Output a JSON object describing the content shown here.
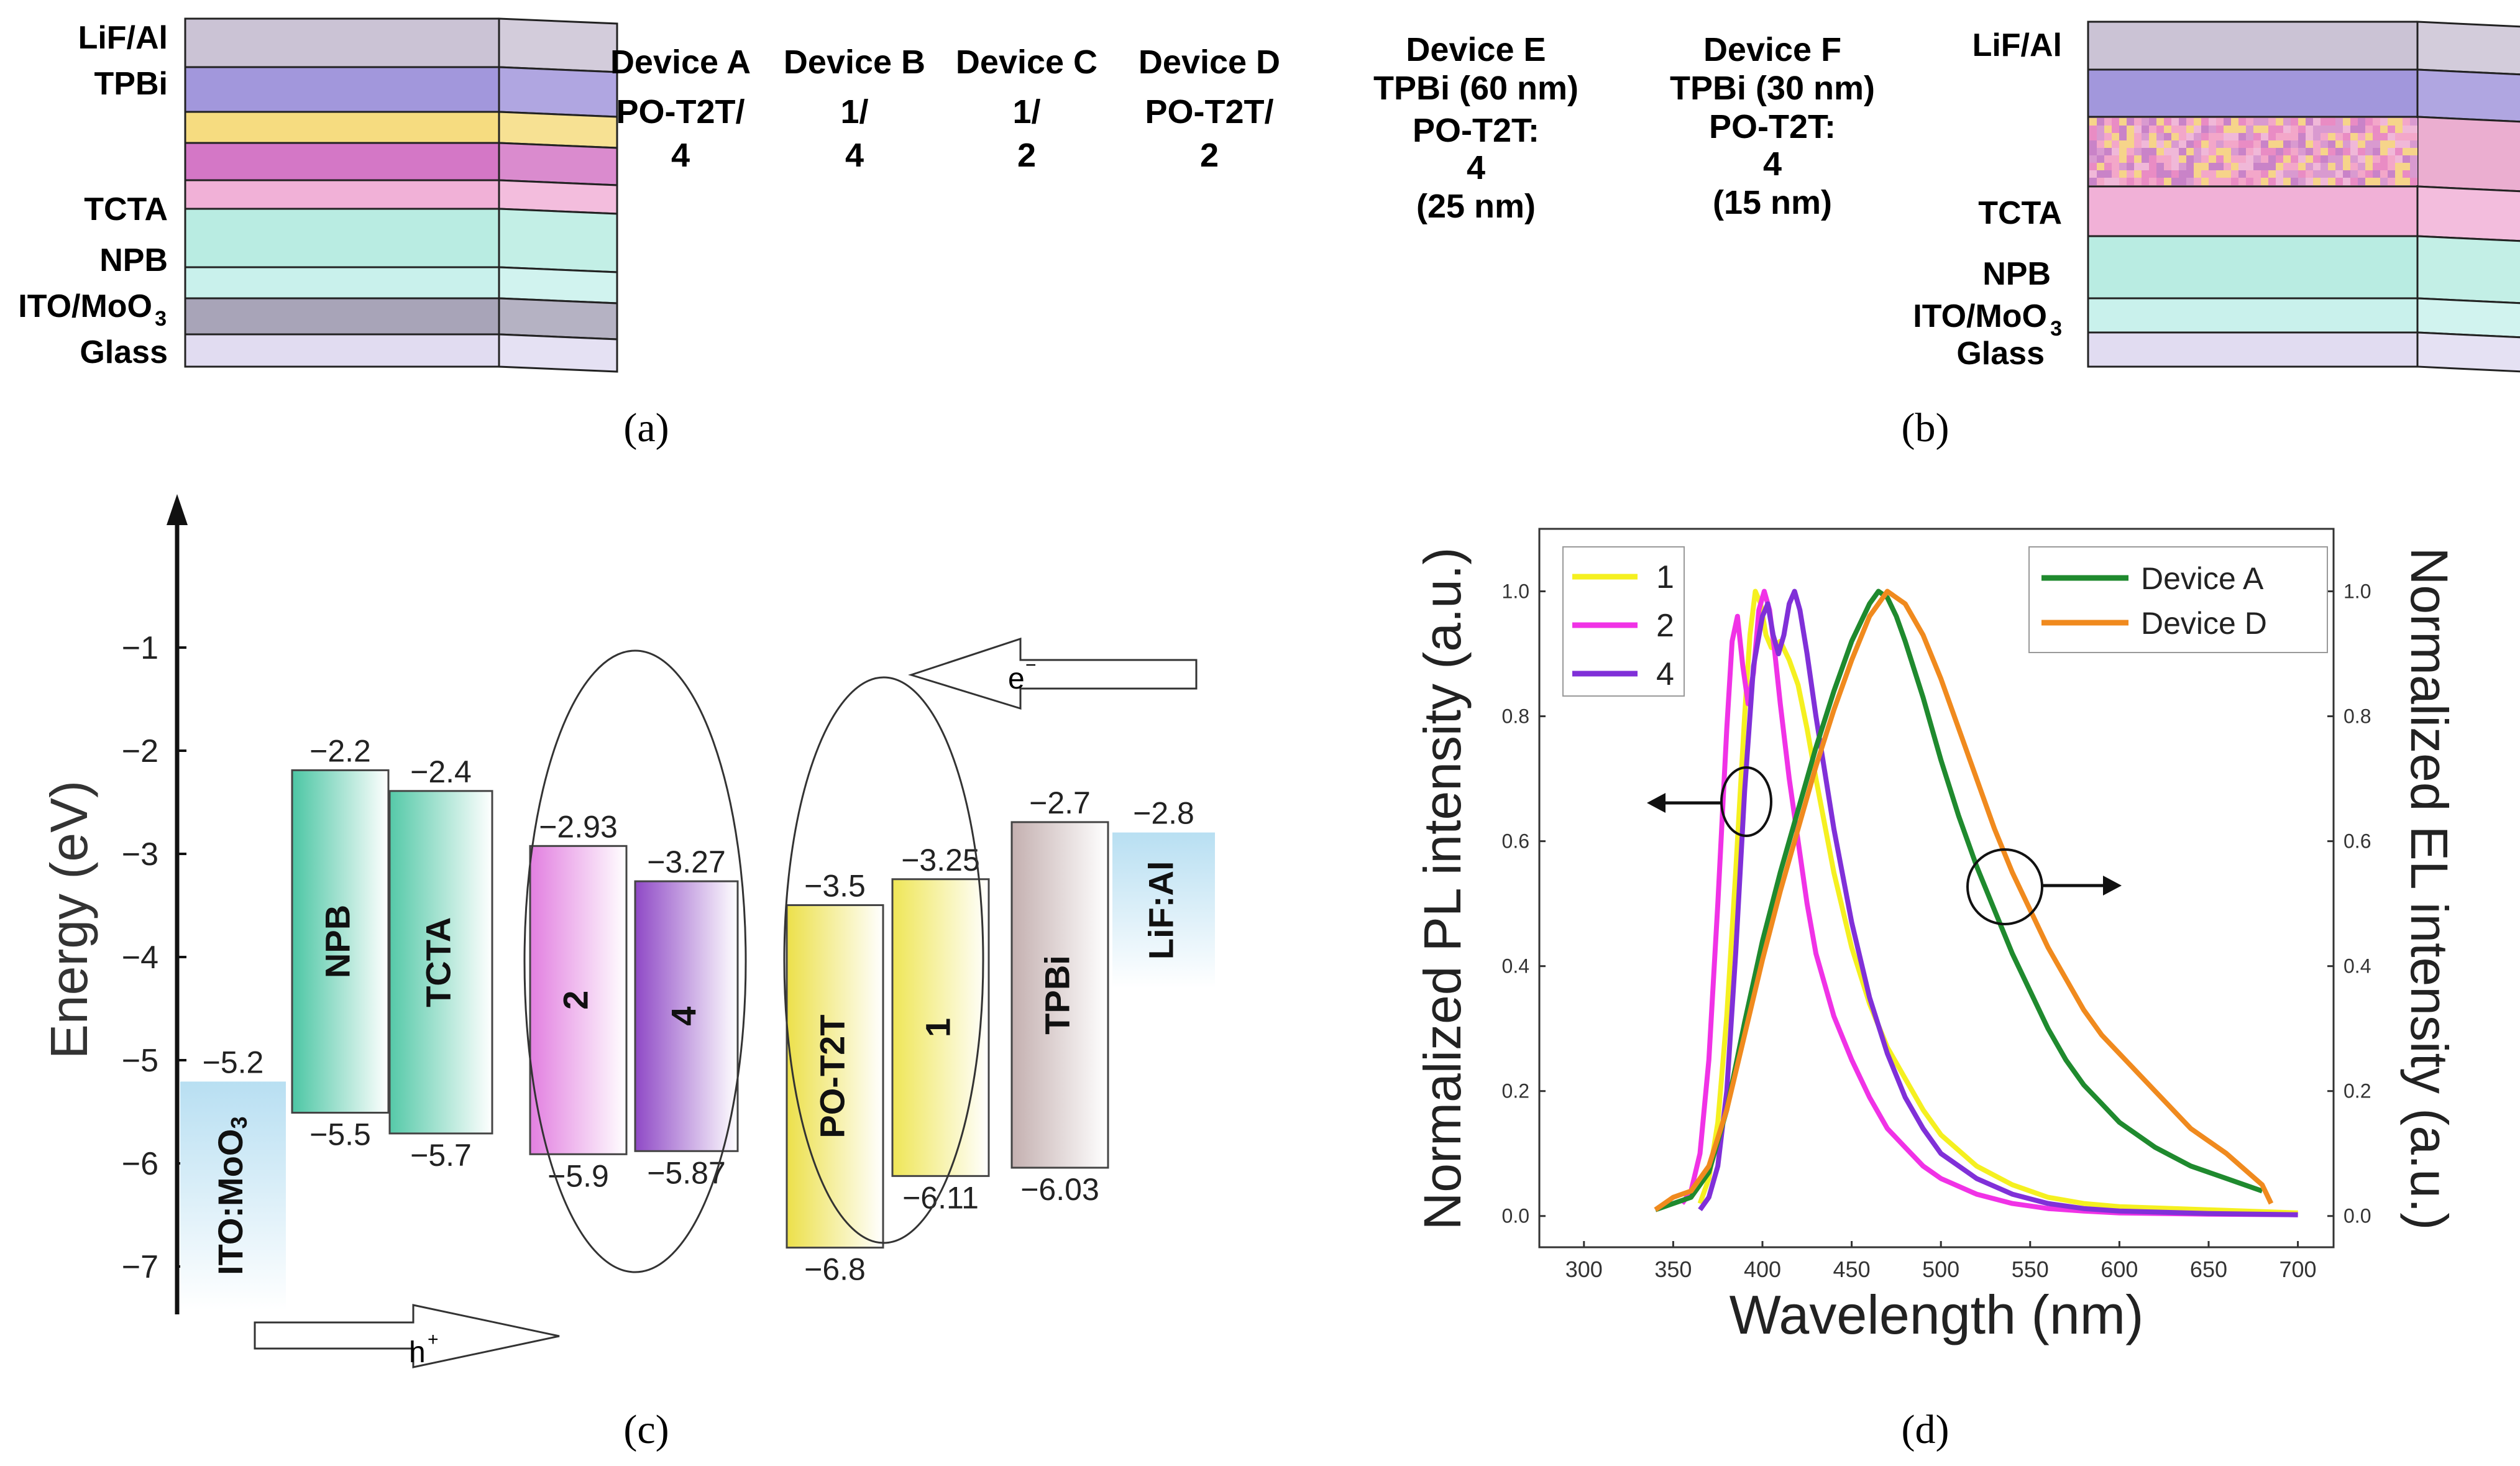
{
  "panel_a": {
    "caption": "(a)",
    "layers": [
      "LiF/Al",
      "TPBi",
      "TCTA",
      "NPB",
      "ITO/MoO",
      "Glass"
    ],
    "layer_colors": [
      "#cbc3d5",
      "#a297dc",
      "#f6dc80",
      "#d477c6",
      "#f1b1d7",
      "#b9ece2",
      "#c9f1ec",
      "#e1dcf1"
    ],
    "ito_subscript": "3",
    "devices": [
      {
        "name": "Device A",
        "line1": "PO-T2T/",
        "line2": "4"
      },
      {
        "name": "Device B",
        "line1": "1/",
        "line2": "4"
      },
      {
        "name": "Device C",
        "line1": "1/",
        "line2": "2"
      },
      {
        "name": "Device D",
        "line1": "PO-T2T/",
        "line2": "2"
      }
    ]
  },
  "panel_b": {
    "caption": "(b)",
    "layers": [
      "LiF/Al",
      "TCTA",
      "NPB",
      "ITO/MoO",
      "Glass"
    ],
    "ito_subscript": "3",
    "devices": [
      {
        "name": "Device E",
        "lines": [
          "TPBi (60 nm)",
          "PO-T2T:",
          "4",
          "(25 nm)"
        ]
      },
      {
        "name": "Device F",
        "lines": [
          "TPBi (30 nm)",
          "PO-T2T:",
          "4",
          "(15 nm)"
        ]
      }
    ]
  },
  "panel_c": {
    "caption": "(c)",
    "ylabel": "Energy (eV)",
    "y_ticks": [
      "−1",
      "−2",
      "−3",
      "−4",
      "−5",
      "−6",
      "−7"
    ],
    "materials": [
      {
        "name": "ITO:MoO",
        "sub": "3",
        "lumo": null,
        "homo": -5.2,
        "label_top": "−5.2",
        "label_bottom": "",
        "color": "#b8dff2"
      },
      {
        "name": "NPB",
        "lumo": -2.2,
        "homo": -5.5,
        "label_top": "−2.2",
        "label_bottom": "−5.5",
        "color": "#4cc6a4"
      },
      {
        "name": "TCTA",
        "lumo": -2.4,
        "homo": -5.7,
        "label_top": "−2.4",
        "label_bottom": "−5.7",
        "color": "#55c9a8"
      },
      {
        "name": "2",
        "lumo": -2.93,
        "homo": -5.9,
        "label_top": "−2.93",
        "label_bottom": "−5.9",
        "color": "#e27fe0"
      },
      {
        "name": "4",
        "lumo": -3.27,
        "homo": -5.87,
        "label_top": "−3.27",
        "label_bottom": "−5.87",
        "color": "#8f49c6"
      },
      {
        "name": "PO-T2T",
        "lumo": -3.5,
        "homo": -6.8,
        "label_top": "−3.5",
        "label_bottom": "−6.8",
        "color": "#ece04a"
      },
      {
        "name": "1",
        "lumo": -3.25,
        "homo": -6.11,
        "label_top": "−3.25",
        "label_bottom": "−6.11",
        "color": "#efe657"
      },
      {
        "name": "TPBi",
        "lumo": -2.7,
        "homo": -6.03,
        "label_top": "−2.7",
        "label_bottom": "−6.03",
        "color": "#c4b0b0"
      },
      {
        "name": "LiF:Al",
        "lumo": -2.8,
        "homo": null,
        "label_top": "−2.8",
        "label_bottom": "",
        "color": "#b8dff2"
      }
    ],
    "electron_label": "e",
    "electron_sup": "−",
    "hole_label": "h",
    "hole_sup": "+"
  },
  "panel_d": {
    "caption": "(d)"
  },
  "chart_data": {
    "type": "line",
    "xlabel": "Wavelength (nm)",
    "ylabel": "Normalized PL intensity (a.u.)",
    "y2label": "Normalized EL intensity (a.u.)",
    "xlim": [
      275,
      720
    ],
    "ylim": [
      -0.05,
      1.1
    ],
    "y2lim": [
      -0.05,
      1.1
    ],
    "x_ticks": [
      300,
      350,
      400,
      450,
      500,
      550,
      600,
      650,
      700
    ],
    "y_ticks": [
      0.0,
      0.2,
      0.4,
      0.6,
      0.8,
      1.0
    ],
    "y2_ticks": [
      0.0,
      0.2,
      0.4,
      0.6,
      0.8,
      1.0
    ],
    "grid": false,
    "legend_left": "top-left",
    "legend_right": "top-right",
    "series": [
      {
        "name": "1",
        "axis": "left",
        "color": "#f5f020",
        "x": [
          365,
          370,
          375,
          380,
          385,
          390,
          393,
          396,
          399,
          402,
          405,
          410,
          415,
          420,
          425,
          430,
          440,
          450,
          460,
          470,
          480,
          490,
          500,
          520,
          540,
          560,
          580,
          600,
          650,
          700
        ],
        "y": [
          0.02,
          0.06,
          0.15,
          0.32,
          0.55,
          0.8,
          0.93,
          1.0,
          0.98,
          0.93,
          0.91,
          0.92,
          0.89,
          0.85,
          0.78,
          0.7,
          0.55,
          0.43,
          0.34,
          0.27,
          0.22,
          0.17,
          0.13,
          0.08,
          0.05,
          0.03,
          0.02,
          0.015,
          0.01,
          0.005
        ]
      },
      {
        "name": "2",
        "axis": "left",
        "color": "#f032e6",
        "x": [
          355,
          360,
          365,
          370,
          375,
          380,
          383,
          386,
          389,
          392,
          395,
          398,
          401,
          404,
          407,
          410,
          415,
          420,
          425,
          430,
          440,
          450,
          460,
          470,
          480,
          490,
          500,
          520,
          540,
          560,
          580,
          600,
          650,
          700
        ],
        "y": [
          0.02,
          0.04,
          0.1,
          0.25,
          0.5,
          0.78,
          0.92,
          0.96,
          0.88,
          0.82,
          0.87,
          0.97,
          1.0,
          0.97,
          0.9,
          0.82,
          0.7,
          0.6,
          0.5,
          0.42,
          0.32,
          0.25,
          0.19,
          0.14,
          0.11,
          0.08,
          0.06,
          0.035,
          0.02,
          0.012,
          0.008,
          0.005,
          0.003,
          0.002
        ]
      },
      {
        "name": "4",
        "axis": "left",
        "color": "#8030d8",
        "x": [
          365,
          370,
          375,
          380,
          385,
          390,
          395,
          400,
          403,
          406,
          409,
          412,
          415,
          418,
          421,
          425,
          430,
          440,
          450,
          460,
          470,
          480,
          490,
          500,
          520,
          540,
          560,
          580,
          600,
          650,
          700
        ],
        "y": [
          0.01,
          0.03,
          0.08,
          0.2,
          0.42,
          0.68,
          0.88,
          0.96,
          0.98,
          0.93,
          0.9,
          0.93,
          0.98,
          1.0,
          0.97,
          0.9,
          0.8,
          0.62,
          0.47,
          0.35,
          0.26,
          0.19,
          0.14,
          0.1,
          0.06,
          0.035,
          0.02,
          0.012,
          0.008,
          0.004,
          0.002
        ]
      },
      {
        "name": "Device A",
        "axis": "right",
        "color": "#1f8a2e",
        "x": [
          340,
          350,
          360,
          370,
          380,
          390,
          400,
          410,
          420,
          430,
          440,
          450,
          460,
          465,
          470,
          475,
          480,
          490,
          500,
          510,
          520,
          530,
          540,
          550,
          560,
          570,
          580,
          590,
          600,
          620,
          640,
          660,
          680
        ],
        "y": [
          0.01,
          0.02,
          0.03,
          0.07,
          0.17,
          0.31,
          0.44,
          0.55,
          0.65,
          0.75,
          0.84,
          0.92,
          0.98,
          1.0,
          0.99,
          0.96,
          0.92,
          0.83,
          0.73,
          0.64,
          0.56,
          0.49,
          0.42,
          0.36,
          0.3,
          0.25,
          0.21,
          0.18,
          0.15,
          0.11,
          0.08,
          0.06,
          0.04
        ]
      },
      {
        "name": "Device D",
        "axis": "right",
        "color": "#f08a1e",
        "x": [
          340,
          350,
          360,
          370,
          380,
          390,
          400,
          410,
          420,
          430,
          440,
          450,
          460,
          470,
          475,
          480,
          490,
          500,
          510,
          520,
          530,
          540,
          550,
          560,
          570,
          580,
          590,
          600,
          620,
          640,
          660,
          680,
          685
        ],
        "y": [
          0.01,
          0.03,
          0.04,
          0.08,
          0.17,
          0.29,
          0.41,
          0.52,
          0.62,
          0.72,
          0.81,
          0.89,
          0.96,
          1.0,
          0.99,
          0.98,
          0.93,
          0.86,
          0.78,
          0.7,
          0.62,
          0.55,
          0.49,
          0.43,
          0.38,
          0.33,
          0.29,
          0.26,
          0.2,
          0.14,
          0.1,
          0.05,
          0.02
        ]
      }
    ]
  }
}
